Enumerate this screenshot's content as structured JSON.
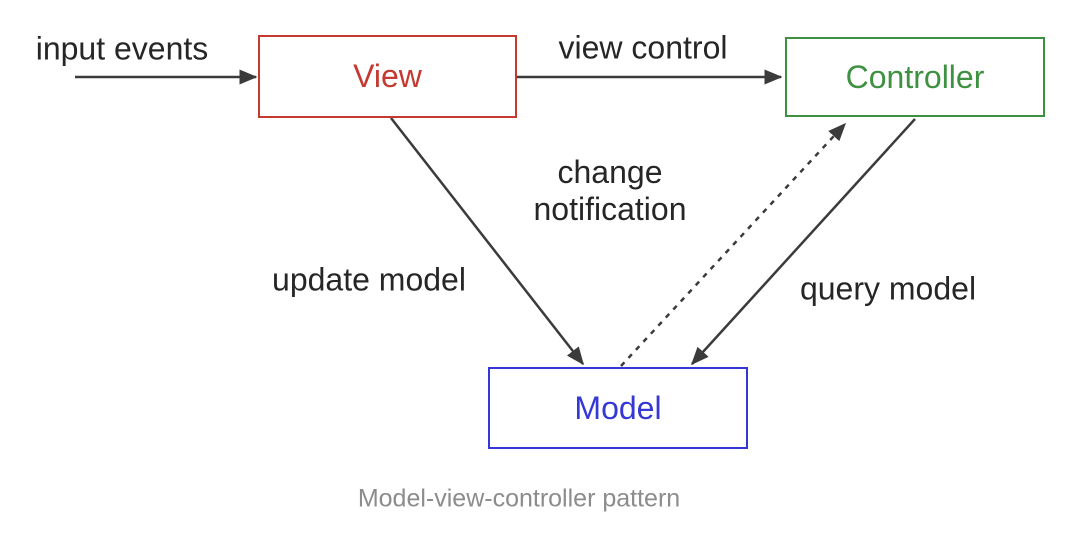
{
  "diagram": {
    "title_hint": "Model-view-controller pattern diagram",
    "arrow_color": "#3b3b3b",
    "nodes": [
      {
        "id": "view",
        "label": "View",
        "color": "#c43a31"
      },
      {
        "id": "controller",
        "label": "Controller",
        "color": "#3f9142"
      },
      {
        "id": "model",
        "label": "Model",
        "color": "#3538d4"
      }
    ],
    "edges": [
      {
        "id": "input-events",
        "label": "input events",
        "from": "external",
        "to": "View",
        "style": "solid"
      },
      {
        "id": "view-control",
        "label": "view control",
        "from": "View",
        "to": "Controller",
        "style": "solid"
      },
      {
        "id": "update-model",
        "label": "update model",
        "from": "View",
        "to": "Model",
        "style": "solid"
      },
      {
        "id": "change-notification",
        "label": "change notification",
        "from": "Model",
        "to": "Controller",
        "style": "dashed"
      },
      {
        "id": "query-model",
        "label": "query model",
        "from": "Controller",
        "to": "Model",
        "style": "solid"
      }
    ]
  },
  "caption": {
    "text": "Model-view-controller pattern",
    "color": "#8c8c8c"
  }
}
